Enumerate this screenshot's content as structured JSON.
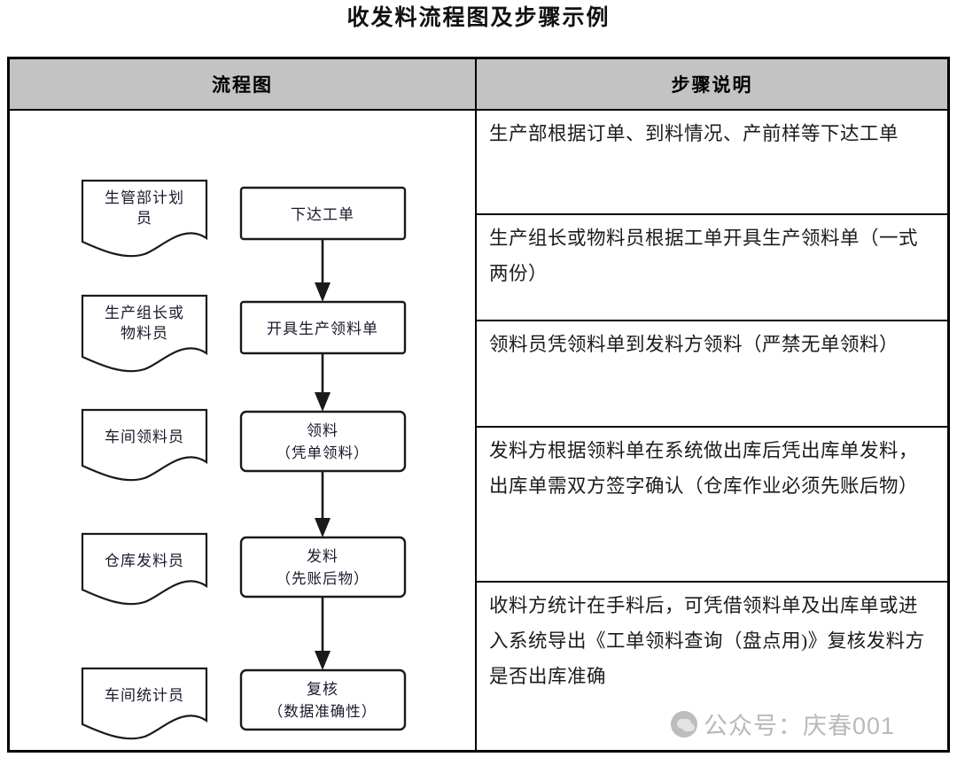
{
  "title": "收发料流程图及步骤示例",
  "table": {
    "headers": {
      "flow": "流程图",
      "steps": "步骤说明"
    },
    "header_bg": "#c3c3c3",
    "border_color": "#000000"
  },
  "flowchart": {
    "roles": [
      {
        "id": "role-1",
        "label_lines": [
          "生管部计划",
          "员"
        ]
      },
      {
        "id": "role-2",
        "label_lines": [
          "生产组长或",
          "物料员"
        ]
      },
      {
        "id": "role-3",
        "label_lines": [
          "车间领料员"
        ]
      },
      {
        "id": "role-4",
        "label_lines": [
          "仓库发料员"
        ]
      },
      {
        "id": "role-5",
        "label_lines": [
          "车间统计员"
        ]
      }
    ],
    "processes": [
      {
        "id": "process-1",
        "label_lines": [
          "下达工单"
        ]
      },
      {
        "id": "process-2",
        "label_lines": [
          "开具生产领料单"
        ]
      },
      {
        "id": "process-3",
        "label_lines": [
          "领料",
          "（凭单领料）"
        ]
      },
      {
        "id": "process-4",
        "label_lines": [
          "发料",
          "（先账后物）"
        ]
      },
      {
        "id": "process-5",
        "label_lines": [
          "复核",
          "（数据准确性）"
        ]
      }
    ],
    "connectors": 4
  },
  "steps": [
    "生产部根据订单、到料情况、产前样等下达工单",
    "生产组长或物料员根据工单开具生产领料单（一式两份）",
    "领料员凭领料单到发料方领料（严禁无单领料）",
    "发料方根据领料单在系统做出库后凭出库单发料，出库单需双方签字确认（仓库作业必须先账后物）",
    "收料方统计在手料后，可凭借领料单及出库单或进入系统导出《工单领料查询（盘点用)》复核发料方是否出库准确"
  ],
  "watermark": {
    "text": "公众号：庆春001",
    "color": "#b9b9b9",
    "icon": "wechat-bubble-icon"
  }
}
